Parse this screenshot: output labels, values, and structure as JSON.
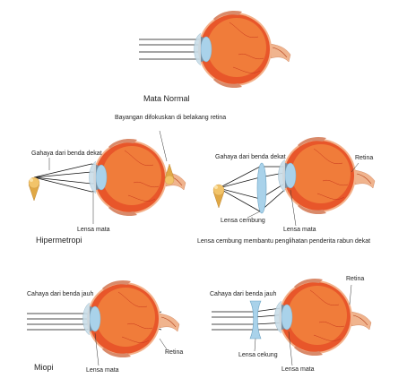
{
  "panels": {
    "normal": {
      "caption": "Mata Normal"
    },
    "hyper_uncorrected": {
      "label_source": "Gahaya dari benda dekat",
      "label_image": "Bayangan difokuskan di belakang retina",
      "label_lens": "Lensa mata",
      "caption": "Hipermetropi"
    },
    "hyper_corrected": {
      "label_source": "Gahaya dari benda dekat",
      "label_convex": "Lensa cembung",
      "label_lens": "Lensa mata",
      "label_retina": "Retina",
      "caption": "Lensa cembung membantu penglihatan penderita rabun dekat"
    },
    "myopia_uncorrected": {
      "label_source": "Cahaya dari benda jauh",
      "label_lens": "Lensa mata",
      "label_retina": "Retina",
      "caption": "Miopi"
    },
    "myopia_corrected": {
      "label_source": "Cahaya dari benda jauh",
      "label_concave": "Lensa cekung",
      "label_lens": "Lensa mata",
      "label_retina": "Retina"
    }
  },
  "colors": {
    "eye_outer": "#e8562a",
    "eye_inner": "#f07c3a",
    "sclera_rim": "#f3b18a",
    "lens": "#a9d2ea",
    "cornea": "#c9dde8",
    "nerve": "#f0b48e",
    "nerve_line": "#b23b16",
    "ice_cream": "#f2c46a"
  }
}
